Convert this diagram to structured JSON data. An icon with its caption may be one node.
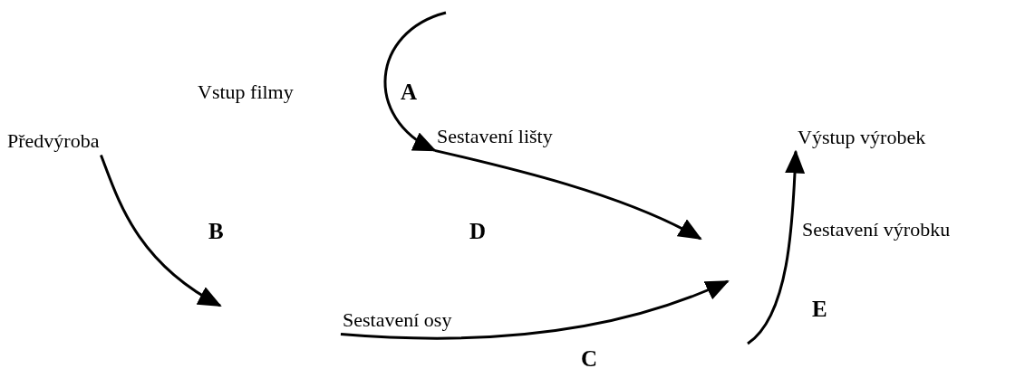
{
  "diagram": {
    "nodes": [
      {
        "text": [
          "Vstup filmy"
        ]
      },
      {
        "text": [
          "Předvýroba"
        ]
      },
      {
        "text": [
          "Sestavení lišty"
        ]
      },
      {
        "text": [
          "Výstup výrobek"
        ]
      },
      {
        "text": [
          "Sestavení výrobku"
        ]
      },
      {
        "text": [
          "Sestavení osy"
        ]
      }
    ],
    "edges": [
      {
        "from": null,
        "to": 2,
        "arrow": "to",
        "label": "A"
      },
      {
        "from": 1,
        "to": null,
        "arrow": "to",
        "label": "B"
      },
      {
        "from": 2,
        "to": null,
        "arrow": "to",
        "label": "D"
      },
      {
        "from": 5,
        "to": null,
        "arrow": "to",
        "label": "C"
      },
      {
        "from": null,
        "to": 3,
        "arrow": "to",
        "label": "E"
      }
    ]
  }
}
